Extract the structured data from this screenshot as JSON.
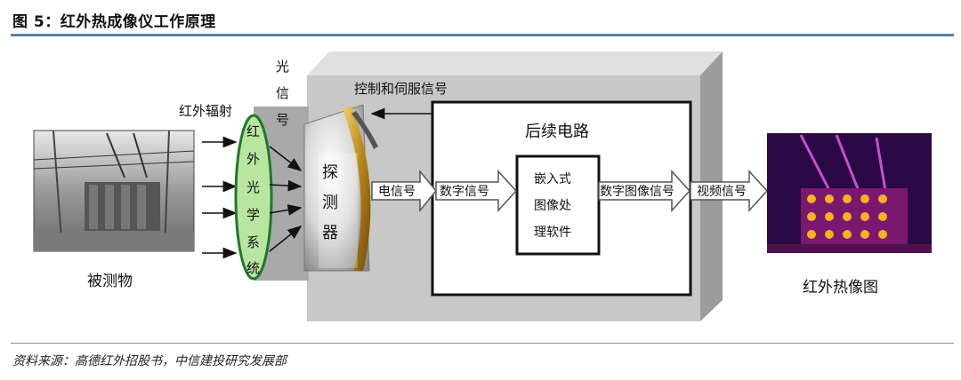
{
  "figure": {
    "title": "图 5：红外热成像仪工作原理",
    "source": "资料来源：高德红外招股书，中信建投研究发展部"
  },
  "labels": {
    "object": "被测物",
    "ir_radiation": "红外辐射",
    "optical_system_chars": [
      "红",
      "外",
      "光",
      "学",
      "系",
      "统"
    ],
    "light_signal_chars": [
      "光",
      "信",
      "号"
    ],
    "detector_chars": [
      "探",
      "测",
      "器"
    ],
    "control_servo": "控制和伺服信号",
    "post_circuit": "后续电路",
    "electric_signal": "电信号",
    "digital_signal": "数字信号",
    "embedded_lines": [
      "嵌入式",
      "图像处",
      "理软件"
    ],
    "digital_image_signal": "数字图像信号",
    "video_signal": "视频信号",
    "thermal_image": "红外热像图"
  },
  "colors": {
    "optical_fill": "#b8e6a0",
    "optical_stroke": "#1e7a2a",
    "housing": "#c8c8c8",
    "thermal_bg": "#1a0630"
  }
}
